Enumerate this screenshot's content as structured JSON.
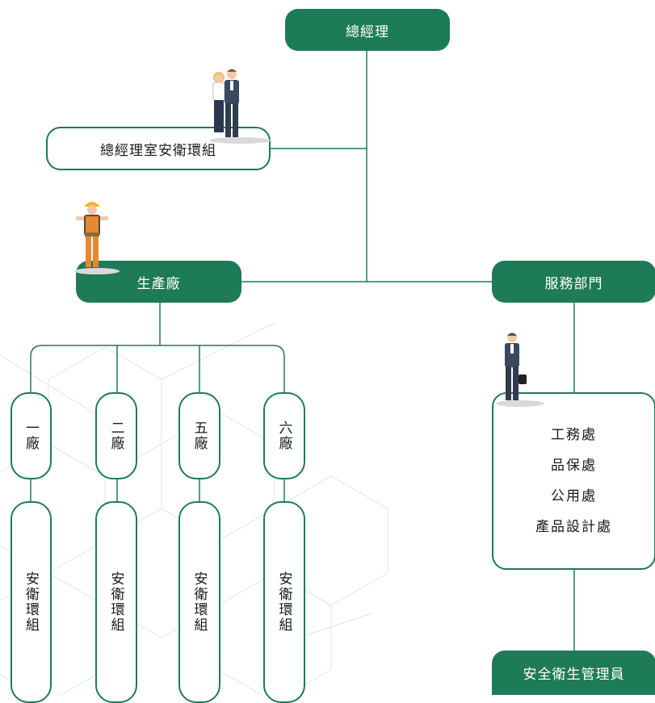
{
  "org_chart": {
    "top": {
      "label": "總經理"
    },
    "office_group": {
      "label": "總經理室安衛環組"
    },
    "production": {
      "label": "生產廠"
    },
    "services": {
      "label": "服務部門"
    },
    "plants": [
      {
        "label": "一廠",
        "group_label": "安衛環組"
      },
      {
        "label": "二廠",
        "group_label": "安衛環組"
      },
      {
        "label": "五廠",
        "group_label": "安衛環組"
      },
      {
        "label": "六廠",
        "group_label": "安衛環組"
      }
    ],
    "service_units": [
      {
        "label": "工務處"
      },
      {
        "label": "品保處"
      },
      {
        "label": "公用處"
      },
      {
        "label": "產品設計處"
      }
    ],
    "safety_manager": {
      "label": "安全衛生管理員"
    }
  },
  "colors": {
    "primary": "#1e7b57",
    "line": "#1e7b57",
    "background_pattern": "#e4e4e4"
  },
  "figures": [
    "business-couple-icon",
    "construction-worker-icon",
    "businessman-briefcase-icon"
  ]
}
